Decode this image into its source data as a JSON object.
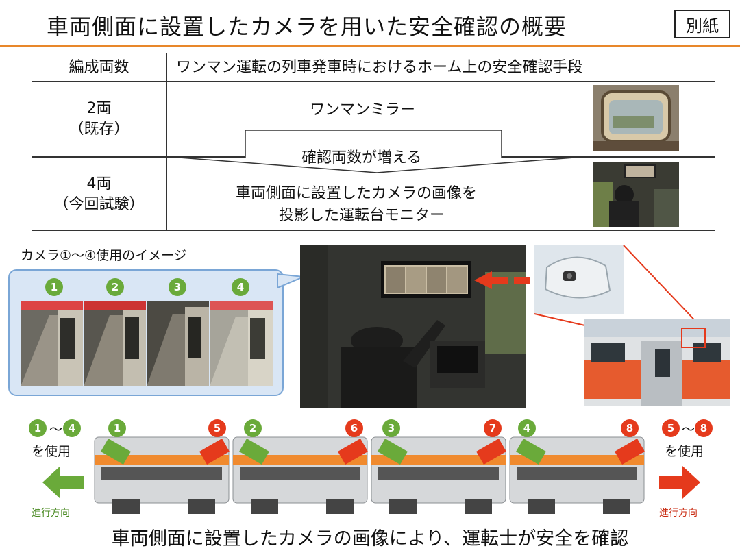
{
  "header": {
    "title": "車両側面に設置したカメラを用いた安全確認の概要",
    "badge": "別紙"
  },
  "table": {
    "col1_header": "編成両数",
    "col2_header": "ワンマン運転の列車発車時におけるホーム上の安全確認手段",
    "row1": {
      "cars": "2両",
      "cars_note": "（既存）",
      "method": "ワンマンミラー"
    },
    "arrow_label": "確認両数が増える",
    "row2": {
      "cars": "4両",
      "cars_note": "（今回試験）",
      "method_line1": "車両側面に設置したカメラの画像を",
      "method_line2": "投影した運転台モニター"
    }
  },
  "camera_section": {
    "label": "カメラ①～④使用のイメージ",
    "cameras": [
      "1",
      "2",
      "3",
      "4"
    ]
  },
  "train_diagram": {
    "left_badges": [
      "1",
      "4"
    ],
    "left_tilde": "～",
    "left_use": "を使用",
    "left_direction": "進行方向",
    "right_badges": [
      "5",
      "8"
    ],
    "right_tilde": "～",
    "right_use": "を使用",
    "right_direction": "進行方向",
    "green_cams": [
      "1",
      "2",
      "3",
      "4"
    ],
    "red_cams": [
      "5",
      "6",
      "7",
      "8"
    ]
  },
  "colors": {
    "accent_orange": "#e8872a",
    "green": "#6aaa3a",
    "red": "#e53a1c",
    "panel_blue": "#d9e6f5"
  },
  "footer": {
    "text": "車両側面に設置したカメラの画像により、運転士が安全を確認"
  }
}
